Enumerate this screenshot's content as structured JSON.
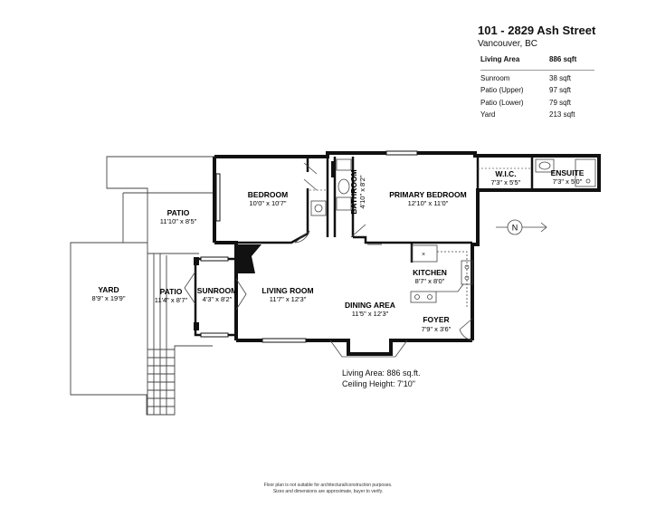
{
  "header": {
    "title": "101 - 2829 Ash Street",
    "subtitle": "Vancouver, BC"
  },
  "areas": {
    "main": {
      "label": "Living Area",
      "value": "886 sqft"
    },
    "items": [
      {
        "label": "Sunroom",
        "value": "38 sqft"
      },
      {
        "label": "Patio (Upper)",
        "value": "97 sqft"
      },
      {
        "label": "Patio (Lower)",
        "value": "79 sqft"
      },
      {
        "label": "Yard",
        "value": "213 sqft"
      }
    ]
  },
  "compass": {
    "label": "N"
  },
  "rooms": {
    "wic": {
      "name": "W.I.C.",
      "dim": "7'3\" x 5'5\""
    },
    "ensuite": {
      "name": "ENSUITE",
      "dim": "7'3\" x 5'0\""
    },
    "bathroom": {
      "name": "BATHROOM",
      "dim": "4'10\" x 8'2\""
    },
    "bedroom": {
      "name": "BEDROOM",
      "dim": "10'0\" x 10'7\""
    },
    "primary": {
      "name": "PRIMARY BEDROOM",
      "dim": "12'10\" x 11'0\""
    },
    "patio_upper": {
      "name": "PATIO",
      "dim": "11'10\" x 8'5\""
    },
    "yard": {
      "name": "YARD",
      "dim": "8'9\" x 19'9\""
    },
    "patio_lower": {
      "name": "PATIO",
      "dim": "11'4\" x 8'7\""
    },
    "sunroom": {
      "name": "SUNROOM",
      "dim": "4'3\" x 8'2\""
    },
    "living": {
      "name": "LIVING ROOM",
      "dim": "11'7\" x 12'3\""
    },
    "kitchen": {
      "name": "KITCHEN",
      "dim": "8'7\" x 8'0\""
    },
    "dining": {
      "name": "DINING AREA",
      "dim": "11'5\" x 12'3\""
    },
    "foyer": {
      "name": "FOYER",
      "dim": "7'9\" x 3'6\""
    }
  },
  "notes": {
    "living_area": "Living Area: 886 sq.ft.",
    "ceiling": "Ceiling Height: 7'10\""
  },
  "disclaimer": {
    "line1": "Floor plan is not suitable for architectural/construction purposes.",
    "line2": "Sizes and dimensions are approximate, buyer to verify."
  }
}
